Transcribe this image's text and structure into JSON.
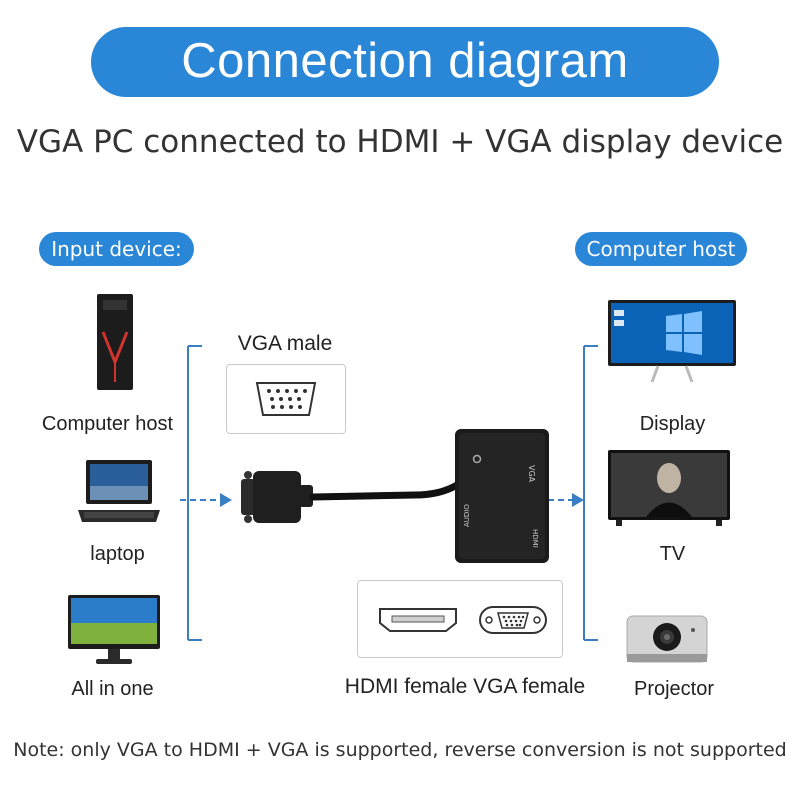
{
  "title": "Connection diagram",
  "subtitle": "VGA PC connected to HDMI + VGA display device",
  "input_tag": "Input device:",
  "output_tag": "Computer host",
  "inputs": [
    {
      "label": "Computer host",
      "icon": "tower-pc-icon"
    },
    {
      "label": "laptop",
      "icon": "laptop-icon"
    },
    {
      "label": "All in one",
      "icon": "all-in-one-pc-icon"
    }
  ],
  "outputs": [
    {
      "label": "Display",
      "icon": "monitor-icon"
    },
    {
      "label": "TV",
      "icon": "tv-icon"
    },
    {
      "label": "Projector",
      "icon": "projector-icon"
    }
  ],
  "adapter": {
    "male_label": "VGA male",
    "female_label": "HDMI female VGA female",
    "port_labels": {
      "vga": "VGA",
      "hdmi": "HDMI",
      "audio": "AUDIO"
    }
  },
  "note": "Note: only VGA to HDMI + VGA is supported, reverse conversion is not supported",
  "colors": {
    "accent": "#2a86d6",
    "bracket": "#3a7fc4",
    "device": "#1c1c1c"
  }
}
